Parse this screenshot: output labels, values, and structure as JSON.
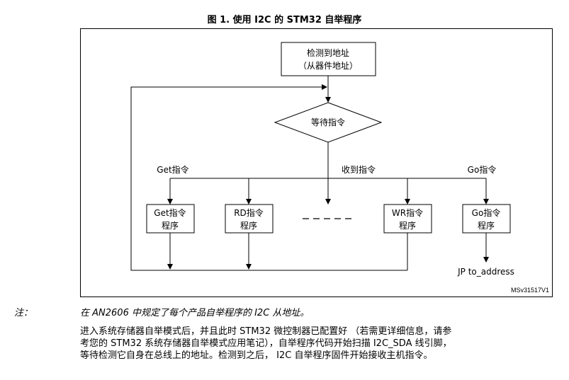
{
  "figure": {
    "title": "图 1. 使用 I2C 的 STM32 自举程序",
    "id": "MSv31517V1",
    "nodes": {
      "detect": [
        "检测到地址",
        "（从器件地址）"
      ],
      "wait": "等待指令",
      "get": [
        "Get指令",
        "程序"
      ],
      "rd": [
        "RD指令",
        "程序"
      ],
      "dots": "_ _ _ _ _",
      "wr": [
        "WR指令",
        "程序"
      ],
      "go": [
        "Go指令",
        "程序"
      ]
    },
    "labels": {
      "get": "Get指令",
      "received": "收到指令",
      "go": "Go指令",
      "jump": "JP to_address"
    }
  },
  "note": {
    "label": "注：",
    "text": "在 AN2606 中规定了每个产品自举程序的 I2C 从地址。"
  },
  "paragraph": [
    "进入系统存储器自举模式后，并且此时 STM32 微控制器已配置好 （若需更详细信息，请参",
    "考您的 STM32 系统存储器自举模式应用笔记），自举程序代码开始扫描 I2C_SDA 线引脚，",
    "等待检测它自身在总线上的地址。检测到之后， I2C 自举程序固件开始接收主机指令。"
  ]
}
